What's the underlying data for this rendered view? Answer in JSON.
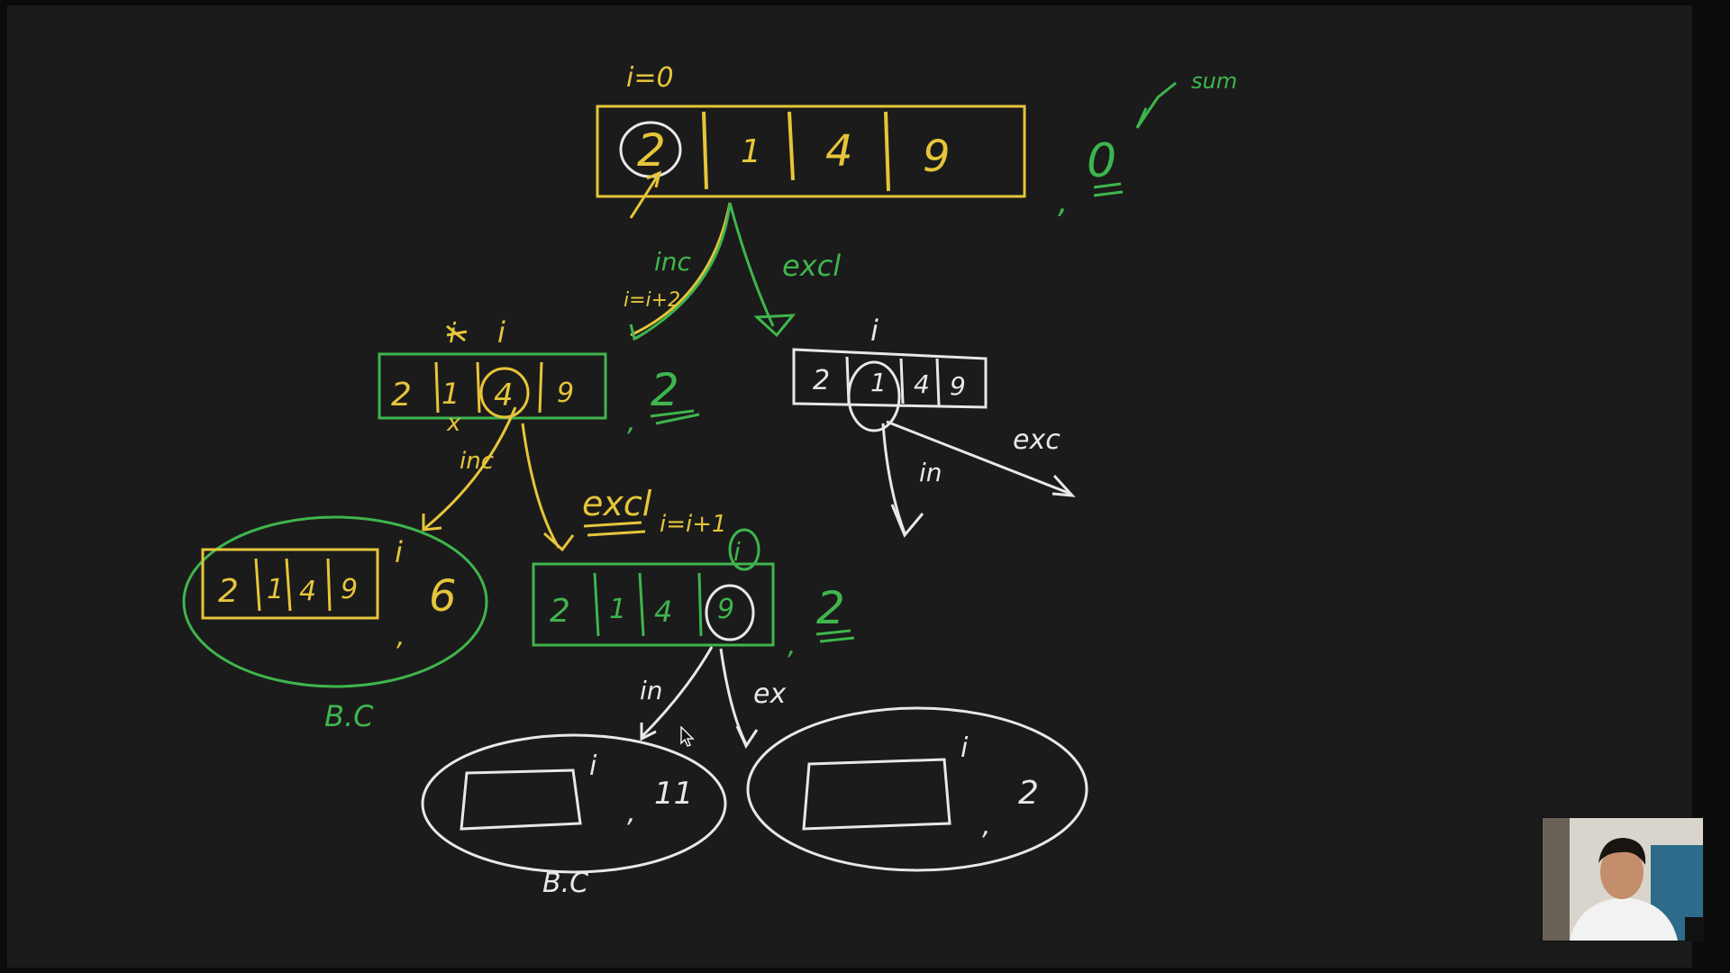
{
  "colors": {
    "board_bg": "#1b1b1b",
    "yellow": "#e6c53a",
    "green": "#3fb54d",
    "white": "#e8e8e8"
  },
  "root": {
    "index_label": "i=0",
    "cells": [
      "2",
      "1",
      "4",
      "9"
    ],
    "sum": "0",
    "separator": ",",
    "note": "sum"
  },
  "branch_labels": {
    "root_include": "inc",
    "root_include_update": "i=i+2",
    "root_exclude": "excl",
    "left_include": "inc",
    "left_exclude": "excl",
    "left_exclude_update": "i=i+1",
    "right_include": "in",
    "right_exclude": "exc",
    "bottom_include": "in",
    "bottom_exclude": "ex"
  },
  "node_left": {
    "index_label": "i",
    "cells": [
      "2",
      "1",
      "4",
      "9"
    ],
    "sum": "2",
    "separator": ","
  },
  "node_right": {
    "index_label": "i",
    "cells": [
      "2",
      "1",
      "4",
      "9"
    ]
  },
  "node_ll": {
    "index_label": "i",
    "cells": [
      "2",
      "1",
      "4",
      "9"
    ],
    "sum": "6",
    "separator": ",",
    "base_case": "B.C"
  },
  "node_lr": {
    "index_label": "i",
    "cells": [
      "2",
      "1",
      "4",
      "9"
    ],
    "sum": "2",
    "separator": ","
  },
  "node_bl": {
    "index_label": "i",
    "sum": "11",
    "separator": ",",
    "base_case": "B.C"
  },
  "node_br": {
    "index_label": "i",
    "sum": "2",
    "separator": ","
  }
}
